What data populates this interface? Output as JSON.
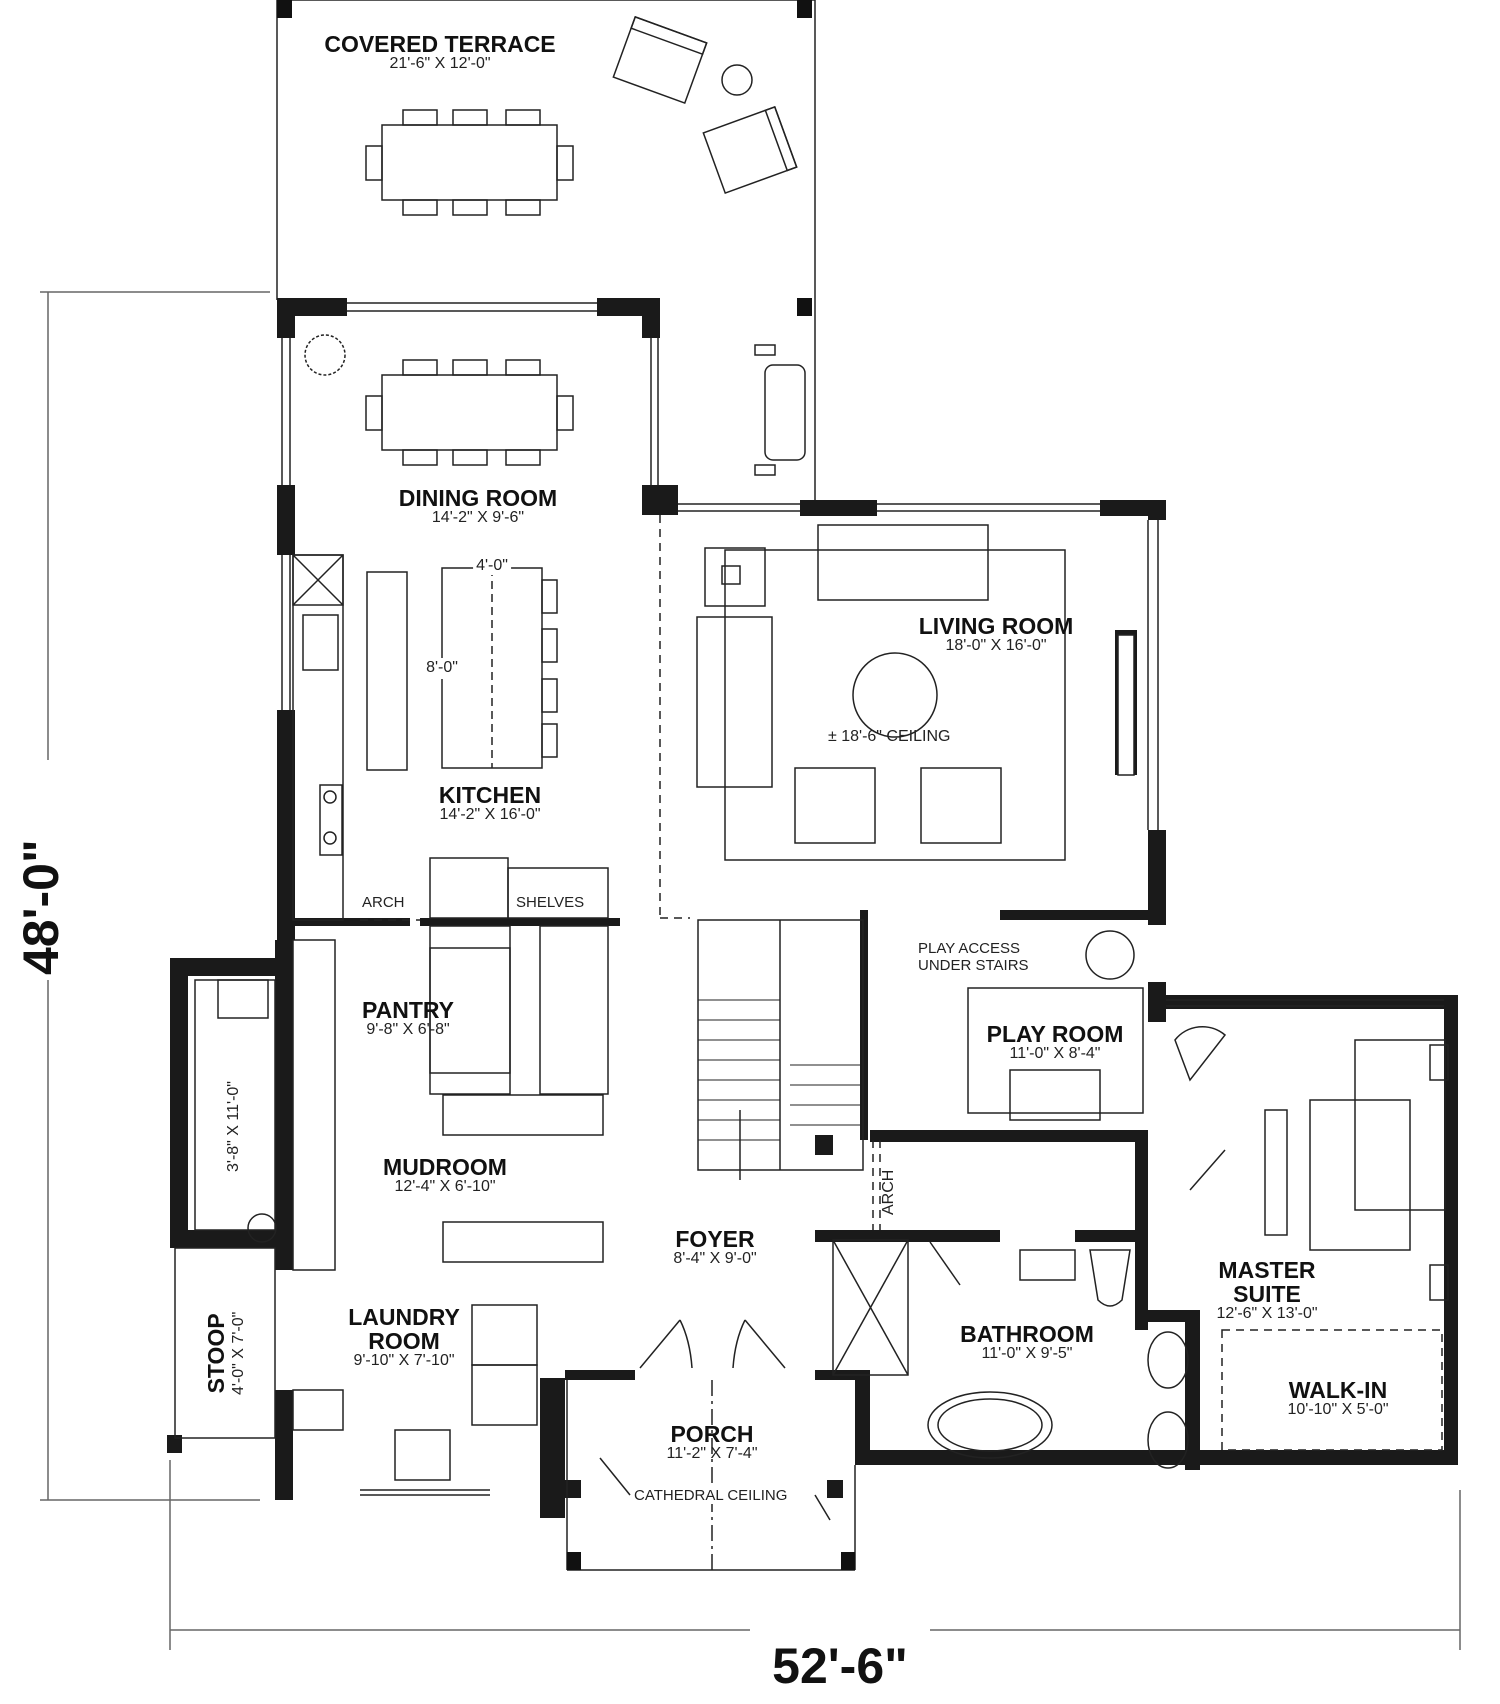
{
  "overall": {
    "depth": "48'-0\"",
    "width": "52'-6\""
  },
  "rooms": {
    "covered_terrace": {
      "name": "COVERED TERRACE",
      "dim": "21'-6\" X 12'-0\""
    },
    "dining_room": {
      "name": "DINING ROOM",
      "dim": "14'-2\" X 9'-6\""
    },
    "kitchen": {
      "name": "KITCHEN",
      "dim": "14'-2\" X 16'-0\"",
      "island_width": "4'-0\"",
      "island_length": "8'-0\""
    },
    "living_room": {
      "name": "LIVING ROOM",
      "dim": "18'-0\" X 16'-0\"",
      "ceiling": "± 18'-6\" CEILING"
    },
    "pantry": {
      "name": "PANTRY",
      "dim": "9'-8\" X 6'-8\""
    },
    "play_room": {
      "name": "PLAY ROOM",
      "dim": "11'-0\" X 8'-4\""
    },
    "mudroom": {
      "name": "MUDROOM",
      "dim": "12'-4\" X 6'-10\""
    },
    "foyer": {
      "name": "FOYER",
      "dim": "8'-4\" X 9'-0\""
    },
    "laundry_room": {
      "name_line1": "LAUNDRY",
      "name_line2": "ROOM",
      "dim": "9'-10\" X 7'-10\""
    },
    "bathroom": {
      "name": "BATHROOM",
      "dim": "11'-0\" X 9'-5\""
    },
    "master_suite": {
      "name_line1": "MASTER",
      "name_line2": "SUITE",
      "dim": "12'-6\" X 13'-0\""
    },
    "walk_in": {
      "name": "WALK-IN",
      "dim": "10'-10\" X 5'-0\""
    },
    "porch": {
      "name": "PORCH",
      "dim": "11'-2\" X 7'-4\"",
      "ceiling": "CATHEDRAL CEILING"
    },
    "stoop": {
      "name": "STOOP",
      "dim": "4'-0\" X 7'-0\""
    },
    "closet": {
      "dim": "3'-8\" X 11'-0\""
    }
  },
  "notes": {
    "arch_kitchen": "ARCH",
    "shelves": "SHELVES",
    "play_access": "PLAY ACCESS",
    "under_stairs": "UNDER STAIRS",
    "arch_hall": "ARCH"
  },
  "colors": {
    "wall": "#1a1a1a",
    "line": "#222222",
    "background": "#ffffff"
  }
}
